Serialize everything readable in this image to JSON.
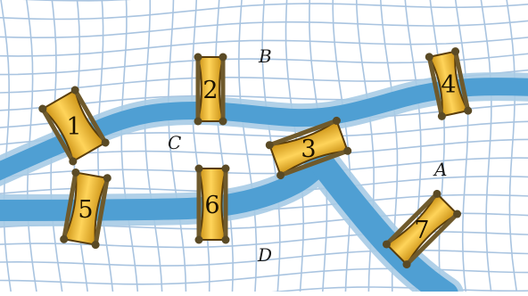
{
  "regions": [
    {
      "id": "A",
      "label": "A"
    },
    {
      "id": "B",
      "label": "B"
    },
    {
      "id": "C",
      "label": "C"
    },
    {
      "id": "D",
      "label": "D"
    }
  ],
  "bridges": [
    {
      "id": 1,
      "label": "1",
      "connects": [
        "B",
        "C"
      ]
    },
    {
      "id": 2,
      "label": "2",
      "connects": [
        "B",
        "C"
      ]
    },
    {
      "id": 3,
      "label": "3",
      "connects": [
        "C",
        "A"
      ]
    },
    {
      "id": 4,
      "label": "4",
      "connects": [
        "B",
        "A"
      ]
    },
    {
      "id": 5,
      "label": "5",
      "connects": [
        "C",
        "D"
      ]
    },
    {
      "id": 6,
      "label": "6",
      "connects": [
        "C",
        "D"
      ]
    },
    {
      "id": 7,
      "label": "7",
      "connects": [
        "D",
        "A"
      ]
    }
  ],
  "colors": {
    "river": "#4f9fd3",
    "river_edge": "#9fc8e3",
    "street_grid": "#a9c4e0",
    "land": "#ffffff",
    "bridge_deck": "#efb42f",
    "bridge_outline": "#5a3d0a",
    "bridge_post": "#6f5a2c"
  }
}
